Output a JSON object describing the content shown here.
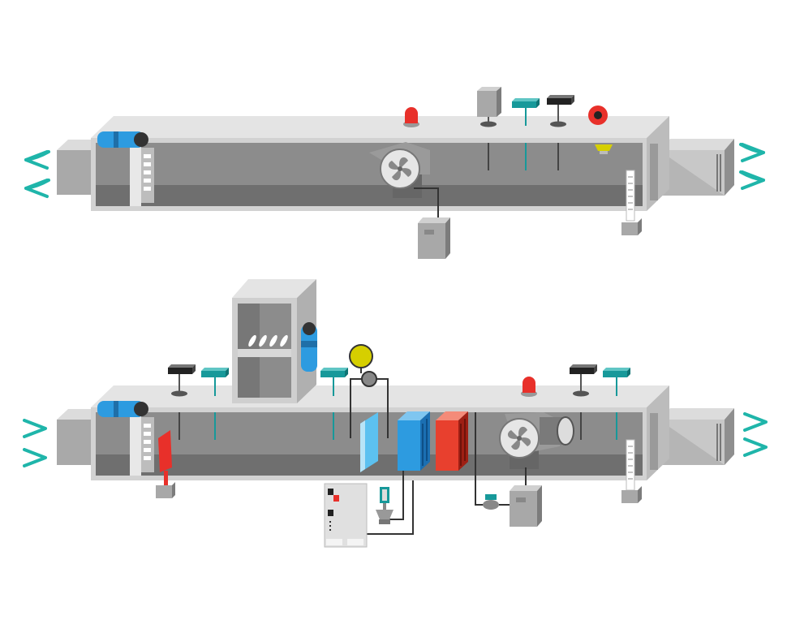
{
  "diagram": {
    "subject": "air-handling-unit-illustration",
    "units": [
      {
        "id": "exhaust-unit",
        "airflow_direction": "right-to-left"
      },
      {
        "id": "supply-unit",
        "airflow_direction": "left-to-right"
      }
    ]
  },
  "colors": {
    "duct_top": "#e4e4e4",
    "duct_frame": "#d2d2d2",
    "duct_inner": "#8c8c8c",
    "duct_inner_dark": "#6f6f6f",
    "airflow_arrow": "#1fb5aa",
    "sensor_teal": "#17999a",
    "alarm_red": "#e8302a",
    "filter_blue": "#2d9be0",
    "heater_red": "#e8402e",
    "indicator_yellow": "#d6cf00",
    "box_gray": "#a8a8a8",
    "wire": "#333333"
  },
  "icons": [
    "airflow-arrow-icon",
    "fan-icon",
    "alarm-beacon-icon",
    "sensor-icon",
    "damper-actuator-icon",
    "smoke-detector-icon",
    "control-panel-icon",
    "valve-icon",
    "filter-icon",
    "heater-icon",
    "cooling-coil-icon",
    "motor-icon",
    "manometer-icon",
    "pressure-gauge-icon"
  ]
}
